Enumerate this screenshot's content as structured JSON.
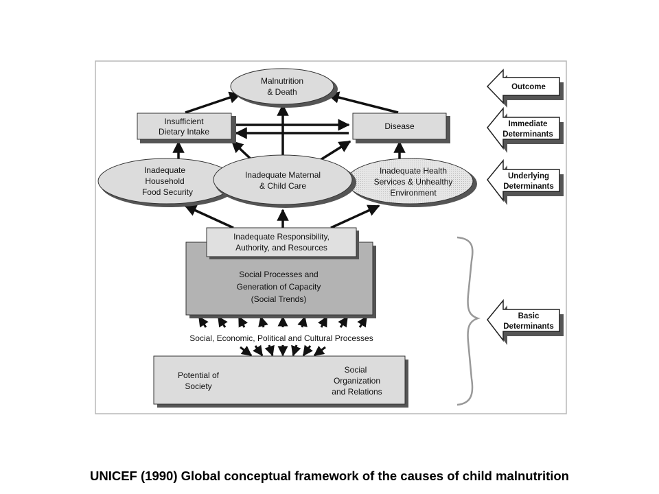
{
  "diagram": {
    "nodes": {
      "malnutrition": [
        "Malnutrition",
        "& Death"
      ],
      "dietary": [
        "Insufficient",
        "Dietary Intake"
      ],
      "disease": [
        "Disease"
      ],
      "food_security": [
        "Inadequate",
        "Household",
        "Food Security"
      ],
      "maternal_care": [
        "Inadequate Maternal",
        "& Child Care"
      ],
      "health_services": [
        "Inadequate Health",
        "Services & Unhealthy",
        "Environment"
      ],
      "responsibility": [
        "Inadequate Responsibility,",
        "Authority, and Resources"
      ],
      "social_processes": [
        "Social Processes and",
        "Generation of Capacity",
        "(Social Trends)"
      ],
      "processes_label": "Social, Economic, Political and Cultural Processes",
      "potential": [
        "Potential of",
        "Society"
      ],
      "organization": [
        "Social",
        "Organization",
        "and Relations"
      ]
    },
    "levels": {
      "outcome": [
        "Outcome"
      ],
      "immediate": [
        "Immediate",
        "Determinants"
      ],
      "underlying": [
        "Underlying",
        "Determinants"
      ],
      "basic": [
        "Basic",
        "Determinants"
      ]
    }
  },
  "caption": "UNICEF (1990) Global conceptual framework of the causes of child malnutrition"
}
